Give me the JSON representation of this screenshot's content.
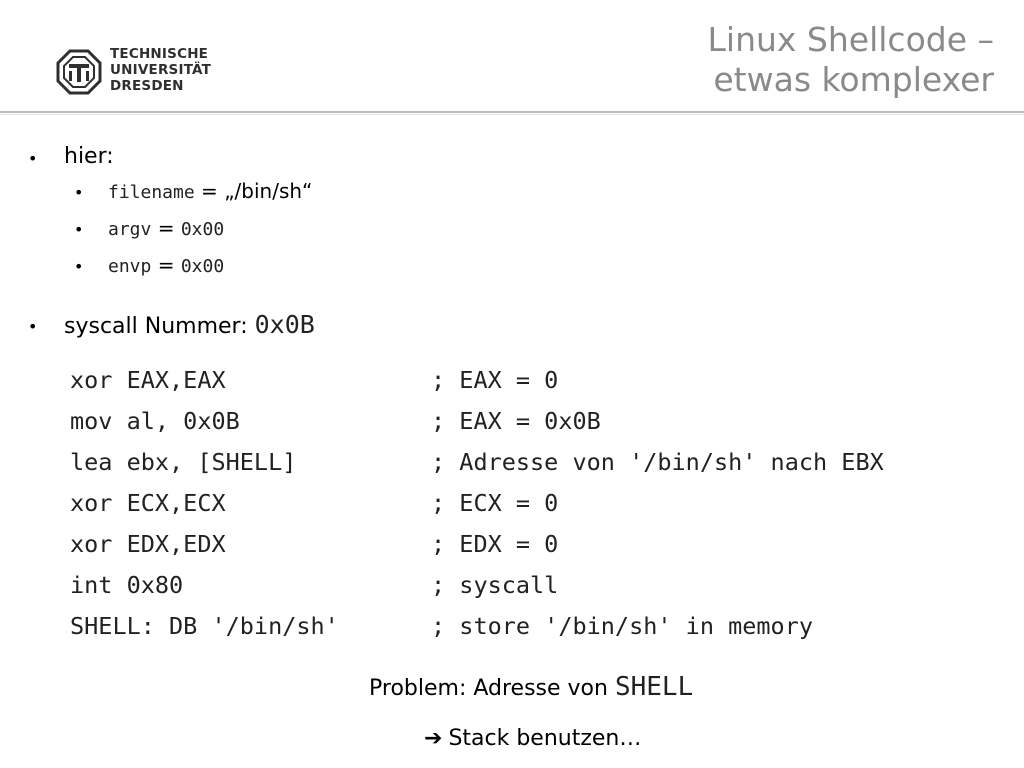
{
  "header": {
    "logo_lines": [
      "TECHNISCHE",
      "UNIVERSITÄT",
      "DRESDEN"
    ],
    "title_line1": "Linux Shellcode –",
    "title_line2": "etwas komplexer"
  },
  "bullets": {
    "hier": "hier:",
    "sub": [
      {
        "code": "filename",
        "eq": " = ",
        "val": "„/bin/sh“"
      },
      {
        "code": "argv",
        "eq": " = ",
        "val": "0x00"
      },
      {
        "code": "envp",
        "eq": " = ",
        "val": "0x00"
      }
    ],
    "syscall_label": "syscall Nummer: ",
    "syscall_code": "0x0B"
  },
  "code": [
    {
      "ins": "xor EAX,EAX",
      "cmt": "; EAX = 0"
    },
    {
      "ins": "mov al, 0x0B",
      "cmt": "; EAX = 0x0B"
    },
    {
      "ins": "lea ebx, [SHELL]",
      "cmt": "; Adresse von '/bin/sh' nach EBX"
    },
    {
      "ins": "xor ECX,ECX",
      "cmt": "; ECX = 0"
    },
    {
      "ins": "xor EDX,EDX",
      "cmt": "; EDX = 0"
    },
    {
      "ins": "int 0x80",
      "cmt": "; syscall"
    },
    {
      "ins": "SHELL: DB '/bin/sh'",
      "cmt": "; store '/bin/sh' in memory"
    }
  ],
  "problem": {
    "label": "Problem: Adresse von ",
    "code": "SHELL"
  },
  "conclusion": {
    "arrow": "➔",
    "text": "Stack benutzen…"
  }
}
